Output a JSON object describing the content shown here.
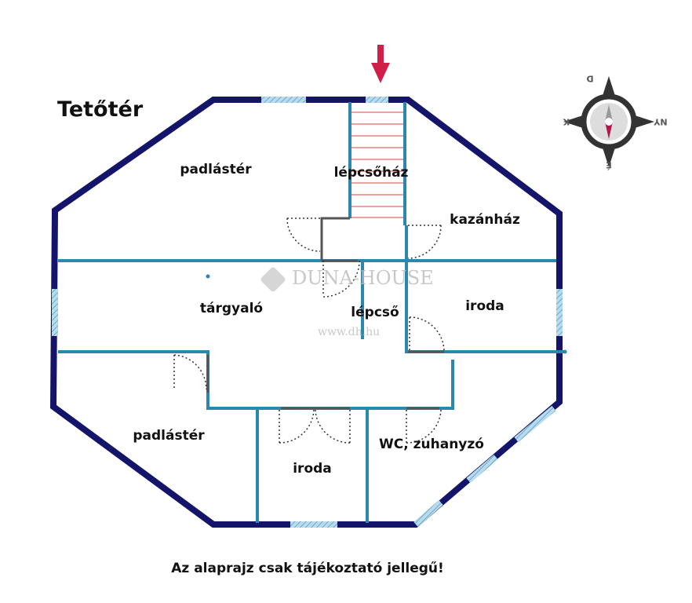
{
  "title": "Tetőtér",
  "rooms": {
    "padlaster_top": "padlástér",
    "lepcsohaz": "lépcsőház",
    "kazanhaz": "kazánház",
    "targyalo": "tárgyaló",
    "lepcso": "lépcső",
    "iroda_right": "iroda",
    "padlaster_bottom": "padlástér",
    "iroda_bottom": "iroda",
    "wc": "WC, zuhanyzó"
  },
  "compass": {
    "north": "É",
    "south": "D",
    "east": "K",
    "west": "NY"
  },
  "watermark": {
    "brand": "DUNA-HOUSE",
    "url": "www.dh.hu"
  },
  "footer": "Az alaprajz csak tájékoztató jellegű!",
  "colors": {
    "outer_wall": "#14146b",
    "inner_wall": "#2a88ad",
    "window": "#9cc8e0",
    "arrow": "#d0204a",
    "stairs": "#d9534f"
  }
}
